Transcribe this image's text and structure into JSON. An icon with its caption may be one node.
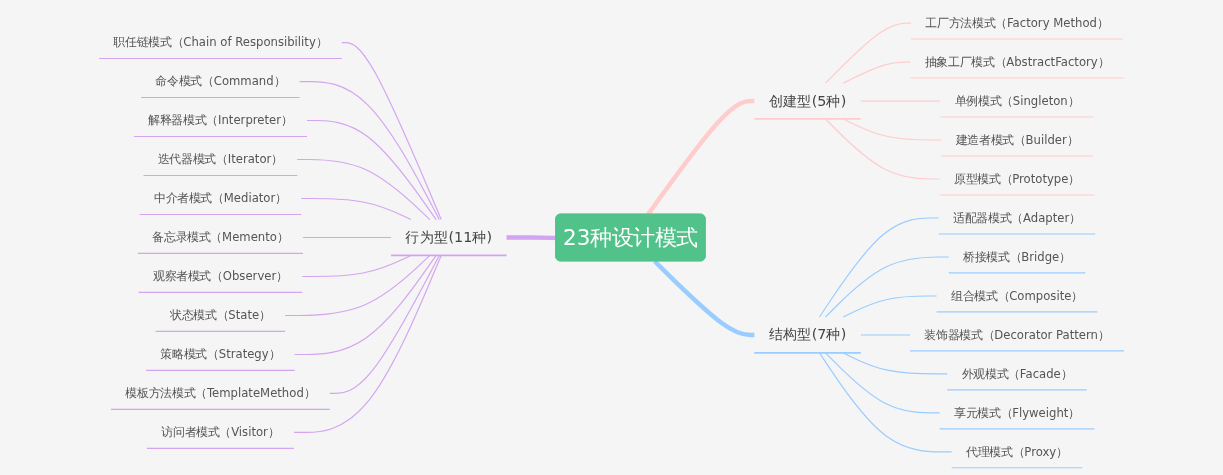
{
  "diagram": {
    "nodes": [
      {
        "text": [
          "23种设计模式"
        ]
      },
      {
        "text": [
          "创建型(5种)"
        ]
      },
      {
        "text": [
          "工厂方法模式（Factory Method）"
        ]
      },
      {
        "text": [
          "抽象工厂模式（AbstractFactory）"
        ]
      },
      {
        "text": [
          "单例模式（Singleton）"
        ]
      },
      {
        "text": [
          "建造者模式（Builder）"
        ]
      },
      {
        "text": [
          "原型模式（Prototype）"
        ]
      },
      {
        "text": [
          "结构型(7种)"
        ]
      },
      {
        "text": [
          "适配器模式（Adapter）"
        ]
      },
      {
        "text": [
          "桥接模式（Bridge）"
        ]
      },
      {
        "text": [
          "组合模式（Composite）"
        ]
      },
      {
        "text": [
          "装饰器模式（Decorator Pattern）"
        ]
      },
      {
        "text": [
          "外观模式（Facade）"
        ]
      },
      {
        "text": [
          "享元模式（Flyweight）"
        ]
      },
      {
        "text": [
          "代理模式（Proxy）"
        ]
      },
      {
        "text": [
          "行为型(11种)"
        ]
      },
      {
        "text": [
          "职任链模式（Chain of Responsibility）"
        ]
      },
      {
        "text": [
          "命令模式（Command）"
        ]
      },
      {
        "text": [
          "解释器模式（Interpreter）"
        ]
      },
      {
        "text": [
          "迭代器模式（Iterator）"
        ]
      },
      {
        "text": [
          "中介者模式（Mediator）"
        ]
      },
      {
        "text": [
          "备忘录模式（Memento）"
        ]
      },
      {
        "text": [
          "观察者模式（Observer）"
        ]
      },
      {
        "text": [
          "状态模式（State）"
        ]
      },
      {
        "text": [
          "策略模式（Strategy）"
        ]
      },
      {
        "text": [
          "模板方法模式（TemplateMethod）"
        ]
      },
      {
        "text": [
          "访问者模式（Visitor）"
        ]
      }
    ],
    "edges": [
      {
        "from": 0,
        "to": 1,
        "arrow": "none",
        "style": "thick",
        "color": "#ffcccc"
      },
      {
        "from": 1,
        "to": 2,
        "arrow": "none",
        "color": "#ffcccc"
      },
      {
        "from": 1,
        "to": 3,
        "arrow": "none",
        "color": "#ffcccc"
      },
      {
        "from": 1,
        "to": 4,
        "arrow": "none",
        "color": "#ffcccc"
      },
      {
        "from": 1,
        "to": 5,
        "arrow": "none",
        "color": "#ffcccc"
      },
      {
        "from": 1,
        "to": 6,
        "arrow": "none",
        "color": "#ffcccc"
      },
      {
        "from": 0,
        "to": 7,
        "arrow": "none",
        "style": "thick",
        "color": "#99ccff"
      },
      {
        "from": 7,
        "to": 8,
        "arrow": "none",
        "color": "#99ccff"
      },
      {
        "from": 7,
        "to": 9,
        "arrow": "none",
        "color": "#99ccff"
      },
      {
        "from": 7,
        "to": 10,
        "arrow": "none",
        "color": "#99ccff"
      },
      {
        "from": 7,
        "to": 11,
        "arrow": "none",
        "color": "#99ccff"
      },
      {
        "from": 7,
        "to": 12,
        "arrow": "none",
        "color": "#99ccff"
      },
      {
        "from": 7,
        "to": 13,
        "arrow": "none",
        "color": "#99ccff"
      },
      {
        "from": 7,
        "to": 14,
        "arrow": "none",
        "color": "#99ccff"
      },
      {
        "from": 15,
        "to": 0,
        "arrow": "none",
        "style": "thick",
        "color": "#d3a4f0"
      },
      {
        "from": 16,
        "to": 15,
        "arrow": "none",
        "color": "#d3a4f0"
      },
      {
        "from": 17,
        "to": 15,
        "arrow": "none",
        "color": "#d3a4f0"
      },
      {
        "from": 18,
        "to": 15,
        "arrow": "none",
        "color": "#d3a4f0"
      },
      {
        "from": 19,
        "to": 15,
        "arrow": "none",
        "color": "#d3a4f0"
      },
      {
        "from": 20,
        "to": 15,
        "arrow": "none",
        "color": "#d3a4f0"
      },
      {
        "from": 21,
        "to": 15,
        "arrow": "none",
        "color": "#d3a4f0"
      },
      {
        "from": 22,
        "to": 15,
        "arrow": "none",
        "color": "#d3a4f0"
      },
      {
        "from": 23,
        "to": 15,
        "arrow": "none",
        "color": "#d3a4f0"
      },
      {
        "from": 24,
        "to": 15,
        "arrow": "none",
        "color": "#d3a4f0"
      },
      {
        "from": 25,
        "to": 15,
        "arrow": "none",
        "color": "#d3a4f0"
      },
      {
        "from": 26,
        "to": 15,
        "arrow": "none",
        "color": "#d3a4f0"
      }
    ]
  }
}
